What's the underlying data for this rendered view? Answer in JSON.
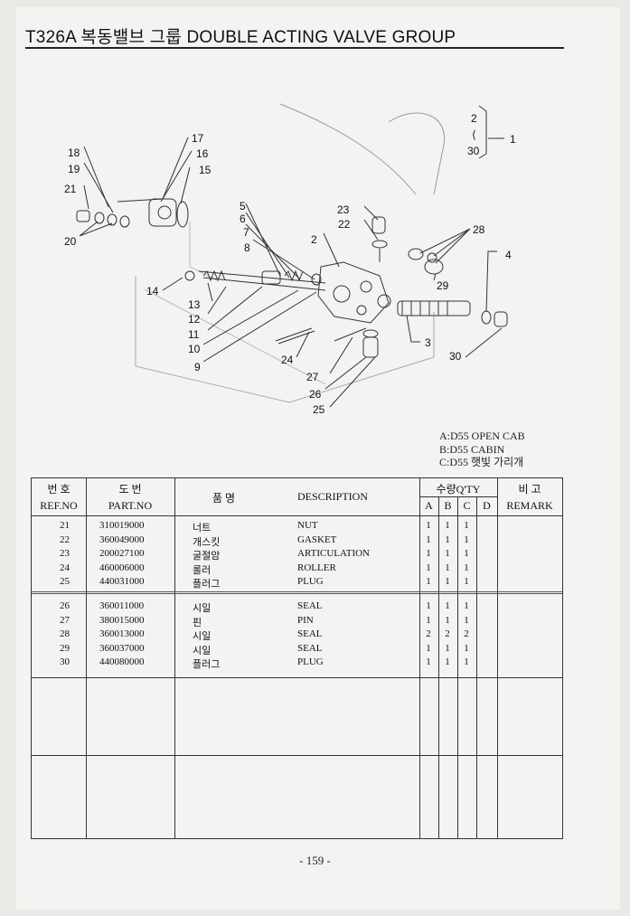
{
  "title": "T326A 복동밸브 그룹 DOUBLE ACTING VALVE GROUP",
  "legend": [
    "A:D55 OPEN CAB",
    "B:D55 CABIN",
    "C:D55 햇빛 가리개"
  ],
  "diagram_labels": [
    "17",
    "16",
    "15",
    "18",
    "19",
    "21",
    "20",
    "5",
    "6",
    "7",
    "8",
    "2",
    "23",
    "22",
    "28",
    "29",
    "4",
    "14",
    "13",
    "12",
    "11",
    "10",
    "9",
    "24",
    "27",
    "26",
    "25",
    "3",
    "30",
    "2",
    "30",
    "1"
  ],
  "table": {
    "header": {
      "ref_ko": "번 호",
      "ref_en": "REF.NO",
      "part_ko": "도 번",
      "part_en": "PART.NO",
      "name_ko": "품 명",
      "desc": "DESCRIPTION",
      "qty_ko": "수량Q'TY",
      "cols": [
        "A",
        "B",
        "C",
        "D"
      ],
      "remark_ko": "비 고",
      "remark_en": "REMARK"
    },
    "group1": [
      {
        "ref": "21",
        "part": "310019000",
        "ko": "너트",
        "desc": "NUT",
        "a": "1",
        "b": "1",
        "c": "1"
      },
      {
        "ref": "22",
        "part": "360049000",
        "ko": "개스킷",
        "desc": "GASKET",
        "a": "1",
        "b": "1",
        "c": "1"
      },
      {
        "ref": "23",
        "part": "200027100",
        "ko": "굴절암",
        "desc": "ARTICULATION",
        "a": "1",
        "b": "1",
        "c": "1"
      },
      {
        "ref": "24",
        "part": "460006000",
        "ko": "롤러",
        "desc": "ROLLER",
        "a": "1",
        "b": "1",
        "c": "1"
      },
      {
        "ref": "25",
        "part": "440031000",
        "ko": "플러그",
        "desc": "PLUG",
        "a": "1",
        "b": "1",
        "c": "1"
      }
    ],
    "group2": [
      {
        "ref": "26",
        "part": "360011000",
        "ko": "시일",
        "desc": "SEAL",
        "a": "1",
        "b": "1",
        "c": "1"
      },
      {
        "ref": "27",
        "part": "380015000",
        "ko": "핀",
        "desc": "PIN",
        "a": "1",
        "b": "1",
        "c": "1"
      },
      {
        "ref": "28",
        "part": "360013000",
        "ko": "시일",
        "desc": "SEAL",
        "a": "2",
        "b": "2",
        "c": "2"
      },
      {
        "ref": "29",
        "part": "360037000",
        "ko": "시일",
        "desc": "SEAL",
        "a": "1",
        "b": "1",
        "c": "1"
      },
      {
        "ref": "30",
        "part": "440080000",
        "ko": "플러그",
        "desc": "PLUG",
        "a": "1",
        "b": "1",
        "c": "1"
      }
    ]
  },
  "page_number": "- 159 -"
}
